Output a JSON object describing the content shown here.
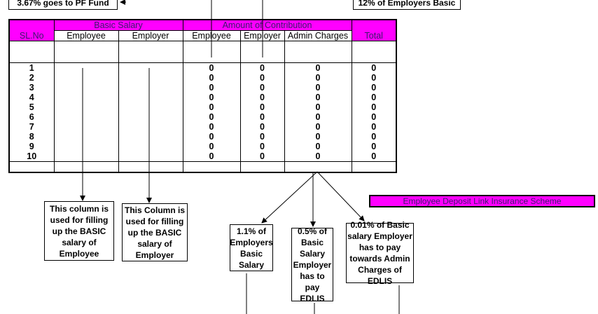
{
  "top_notes": {
    "pf_fund": "3.67% goes to PF Fund",
    "employer_basic": "12% of Employers Basic"
  },
  "table": {
    "sl_no": "SL.No",
    "basic_salary": "Basic Salary",
    "amount_of_contribution": "Amount of Contribution",
    "total": "Total",
    "sub": [
      "Employee",
      "Employer",
      "Employee",
      "Employer",
      "Admin Charges"
    ],
    "rows": [
      {
        "sl": "1",
        "emp": "0",
        "er": "0",
        "admin": "0",
        "total": "0"
      },
      {
        "sl": "2",
        "emp": "0",
        "er": "0",
        "admin": "0",
        "total": "0"
      },
      {
        "sl": "3",
        "emp": "0",
        "er": "0",
        "admin": "0",
        "total": "0"
      },
      {
        "sl": "4",
        "emp": "0",
        "er": "0",
        "admin": "0",
        "total": "0"
      },
      {
        "sl": "5",
        "emp": "0",
        "er": "0",
        "admin": "0",
        "total": "0"
      },
      {
        "sl": "6",
        "emp": "0",
        "er": "0",
        "admin": "0",
        "total": "0"
      },
      {
        "sl": "7",
        "emp": "0",
        "er": "0",
        "admin": "0",
        "total": "0"
      },
      {
        "sl": "8",
        "emp": "0",
        "er": "0",
        "admin": "0",
        "total": "0"
      },
      {
        "sl": "9",
        "emp": "0",
        "er": "0",
        "admin": "0",
        "total": "0"
      },
      {
        "sl": "10",
        "emp": "0",
        "er": "0",
        "admin": "0",
        "total": "0"
      }
    ]
  },
  "notes": {
    "employee_col": "This column is used for filling up the BASIC salary of Employee",
    "employer_col": "This Column is used for filling up the BASIC salary of Employer",
    "edlis_1": "1.1% of Employers Basic Salary",
    "edlis_2": "0.5% of Basic Salary Employer has to pay EDLIS",
    "edlis_3": "0.01% of Basic salary Employer has to pay towards Admin Charges of EDLIS"
  },
  "banner": "Employee Deposit Link Insurance Scheme",
  "colors": {
    "header": "#ff00ff",
    "header_text": "#3a1a6a"
  }
}
